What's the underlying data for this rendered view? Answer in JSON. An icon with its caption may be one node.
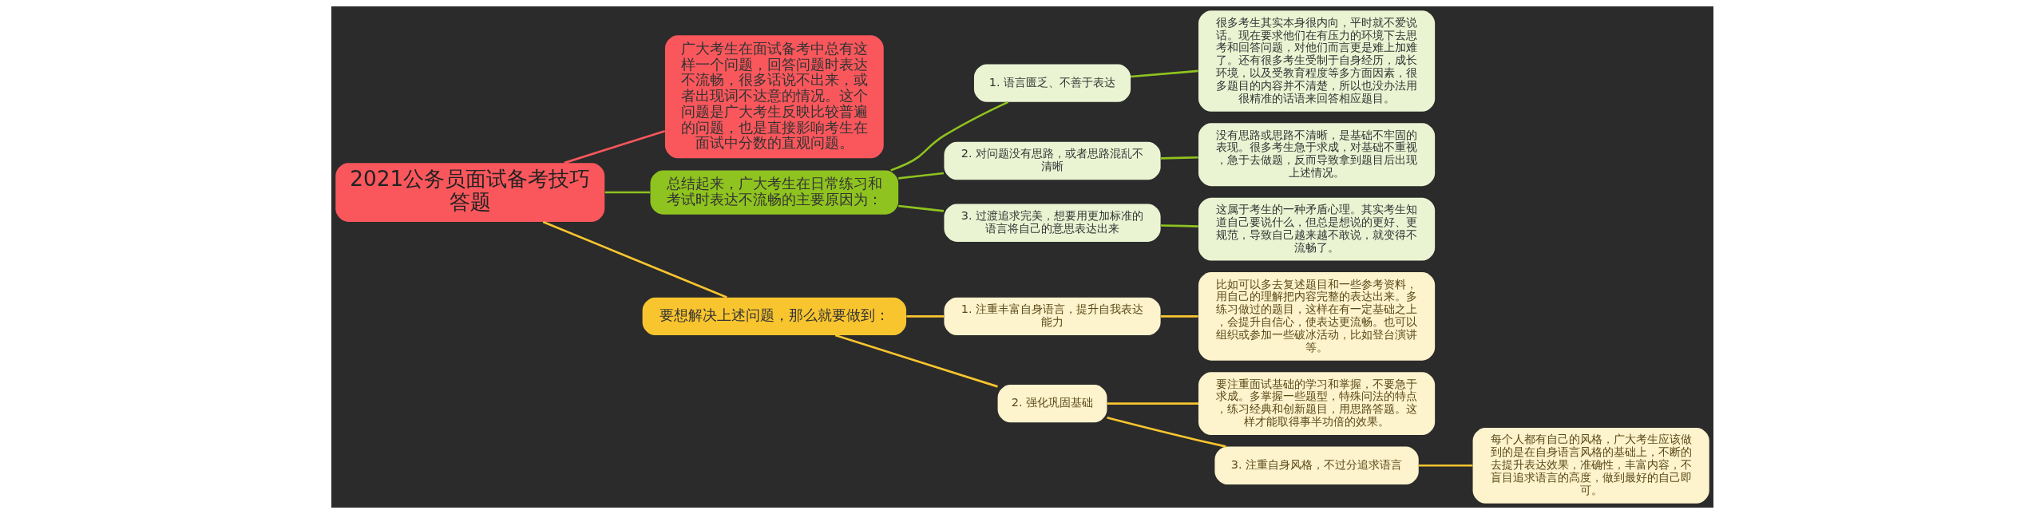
{
  "diagram": {
    "nodes": [
      {
        "text": [
          "2021公务员面试备考技巧答题"
        ]
      },
      {
        "text": [
          "广大考生在面试备考中总有这样一个问题，回答问题时表达不流畅，很多话说不出来，或者出现词不达意的情况。这个问题是广大考生反映比较普遍的问题，也是直接影响考生在面试中分数的直观问题。"
        ]
      },
      {
        "text": [
          "总结起来，广大考生在日常练习和考试时表达不流畅的主要原因为："
        ]
      },
      {
        "text": [
          "1. 语言匮乏、不善于表达"
        ]
      },
      {
        "text": [
          "很多考生其实本身很内向，平时就不爱说话。现在要求他们在有压力的环境下去思考和回答问题，对他们而言更是难上加难了。还有很多考生受制于自身经历，成长环境，以及受教育程度等多方面因素，很多题目的内容并不清楚，所以也没办法用很精准的话语来回答相应题目。"
        ]
      },
      {
        "text": [
          "2. 对问题没有思路，或者思路混乱不清晰"
        ]
      },
      {
        "text": [
          "没有思路或思路不清晰，是基础不牢固的表现。很多考生急于求成，对基础不重视，急于去做题，反而导致拿到题目后出现上述情况。"
        ]
      },
      {
        "text": [
          "3. 过渡追求完美，想要用更加标准的语言将自己的意思表达出来"
        ]
      },
      {
        "text": [
          "这属于考生的一种矛盾心理。其实考生知道自己要说什么，但总是想说的更好、更规范，导致自己越来越不敢说，就变得不流畅了。"
        ]
      },
      {
        "text": [
          "要想解决上述问题，那么就要做到："
        ]
      },
      {
        "text": [
          "1. 注重丰富自身语言，提升自我表达能力"
        ]
      },
      {
        "text": [
          "比如可以多去复述题目和一些参考资料，用自己的理解把内容完整的表达出来。多练习做过的题目，这样在有一定基础之上，会提升自信心，使表达更流畅。也可以组织或参加一些破冰活动，比如登台演讲等。"
        ]
      },
      {
        "text": [
          "2. 强化巩固基础"
        ]
      },
      {
        "text": [
          "要注重面试基础的学习和掌握，不要急于求成。多掌握一些题型，特殊问法的特点，练习经典和创新题目，用思路答题。这样才能取得事半功倍的效果。"
        ]
      },
      {
        "text": [
          "3. 注重自身风格，不过分追求语言"
        ]
      },
      {
        "text": [
          "每个人都有自己的风格，广大考生应该做到的是在自身语言风格的基础上，不断的去提升表达效果，准确性，丰富内容，不盲目追求语言的高度，做到最好的自己即可。"
        ]
      }
    ],
    "edges": [
      {
        "from": 0,
        "to": 1,
        "arrow": "none",
        "color": "#f9575c"
      },
      {
        "from": 0,
        "to": 2,
        "arrow": "none",
        "color": "#8fc31f"
      },
      {
        "from": 2,
        "to": 3,
        "arrow": "none",
        "color": "#8fc31f"
      },
      {
        "from": 3,
        "to": 4,
        "arrow": "none",
        "color": "#8fc31f"
      },
      {
        "from": 2,
        "to": 5,
        "arrow": "none",
        "color": "#8fc31f"
      },
      {
        "from": 5,
        "to": 6,
        "arrow": "none",
        "color": "#8fc31f"
      },
      {
        "from": 2,
        "to": 7,
        "arrow": "none",
        "color": "#8fc31f"
      },
      {
        "from": 7,
        "to": 8,
        "arrow": "none",
        "color": "#8fc31f"
      },
      {
        "from": 0,
        "to": 9,
        "arrow": "none",
        "color": "#f9c52f"
      },
      {
        "from": 9,
        "to": 10,
        "arrow": "none",
        "color": "#f9c52f"
      },
      {
        "from": 10,
        "to": 11,
        "arrow": "none",
        "color": "#f9c52f"
      },
      {
        "from": 9,
        "to": 12,
        "arrow": "none",
        "color": "#f9c52f"
      },
      {
        "from": 12,
        "to": 13,
        "arrow": "none",
        "color": "#f9c52f"
      },
      {
        "from": 12,
        "to": 14,
        "arrow": "none",
        "color": "#f9c52f"
      },
      {
        "from": 14,
        "to": 15,
        "arrow": "none",
        "color": "#f9c52f"
      }
    ]
  }
}
